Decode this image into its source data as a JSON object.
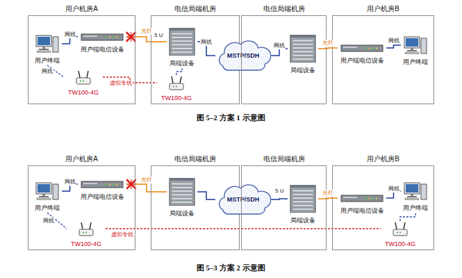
{
  "diagram": {
    "nodes": [
      {
        "text": [
          "用户机房A"
        ]
      },
      {
        "text": [
          "用户终端"
        ],
        "in": 0
      },
      {
        "text": [
          "用户端电信设备"
        ],
        "in": 0
      },
      {
        "text": [
          "TW100-4G"
        ],
        "in": 0
      },
      {
        "text": [
          "电信局端机房"
        ]
      },
      {
        "text": [
          "局端设备"
        ],
        "in": 4
      },
      {
        "text": [
          "TW100-4G"
        ],
        "in": 4
      },
      {
        "text": [
          "MSTP/SDH"
        ]
      },
      {
        "text": [
          "电信局端机房"
        ]
      },
      {
        "text": [
          "局端设备"
        ],
        "in": 8
      },
      {
        "text": [
          "用户机房B"
        ]
      },
      {
        "text": [
          "用户端电信设备"
        ],
        "in": 10
      },
      {
        "text": [
          "用户终端"
        ],
        "in": 10
      },
      {
        "text": [
          "用户机房A"
        ]
      },
      {
        "text": [
          "用户终端"
        ],
        "in": 13
      },
      {
        "text": [
          "用户端电信设备"
        ],
        "in": 13
      },
      {
        "text": [
          "TW100-4G"
        ],
        "in": 13
      },
      {
        "text": [
          "电信局端机房"
        ]
      },
      {
        "text": [
          "局端设备"
        ],
        "in": 17
      },
      {
        "text": [
          "MSTP/SDH"
        ]
      },
      {
        "text": [
          "电信局端机房"
        ]
      },
      {
        "text": [
          "局端设备"
        ],
        "in": 20
      },
      {
        "text": [
          "用户机房B"
        ]
      },
      {
        "text": [
          "用户端电信设备"
        ],
        "in": 22
      },
      {
        "text": [
          "用户终端"
        ],
        "in": 22
      },
      {
        "text": [
          "TW100-4G"
        ],
        "in": 22
      }
    ],
    "edges": [
      {
        "from": 1,
        "to": 2,
        "label": "网线",
        "arrow": "none"
      },
      {
        "from": 1,
        "to": 3,
        "label": "网线",
        "arrow": "none"
      },
      {
        "from": 2,
        "to": 5,
        "label": "光纤",
        "arrow": "none"
      },
      {
        "from": 5,
        "to": 7,
        "label": "网线",
        "arrow": "none"
      },
      {
        "from": 6,
        "to": 5,
        "arrow": "none"
      },
      {
        "from": 3,
        "to": 6,
        "label": "虚拟专线",
        "arrow": "none"
      },
      {
        "from": 7,
        "to": 9,
        "label": "网线",
        "arrow": "none"
      },
      {
        "from": 9,
        "to": 11,
        "label": "光纤",
        "arrow": "none"
      },
      {
        "from": 11,
        "to": 12,
        "label": "网线",
        "arrow": "none"
      },
      {
        "from": 14,
        "to": 15,
        "label": "网线",
        "arrow": "none"
      },
      {
        "from": 14,
        "to": 16,
        "label": "网线",
        "arrow": "none"
      },
      {
        "from": 15,
        "to": 18,
        "label": "光纤",
        "arrow": "none"
      },
      {
        "from": 18,
        "to": 19,
        "arrow": "none"
      },
      {
        "from": 19,
        "to": 21,
        "arrow": "none"
      },
      {
        "from": 21,
        "to": 23,
        "label": "光纤",
        "arrow": "none"
      },
      {
        "from": 23,
        "to": 24,
        "label": "网线",
        "arrow": "none"
      },
      {
        "from": 25,
        "to": 24,
        "arrow": "none"
      },
      {
        "from": 16,
        "to": 25,
        "label": "虚拟专线",
        "arrow": "none"
      }
    ],
    "labels": [
      "5 U",
      "图 5–2 方案 1 示意图",
      "5 U",
      "图 5–3 方案 2 示意图"
    ]
  }
}
